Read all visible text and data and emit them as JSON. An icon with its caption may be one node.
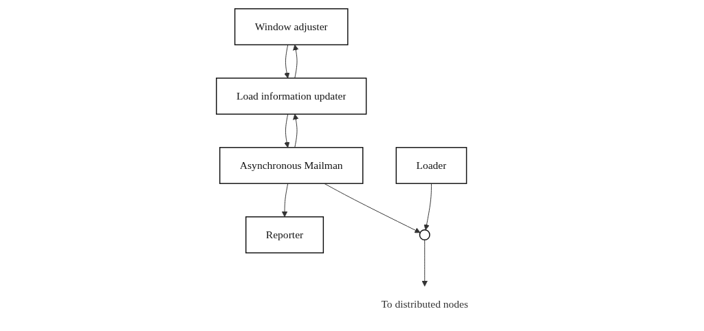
{
  "diagram": {
    "nodes": [
      {
        "text": [
          "Loader"
        ]
      },
      {
        "text": [
          "Window adjuster"
        ]
      },
      {
        "text": [
          "Load information updater"
        ]
      },
      {
        "text": [
          "Reporter"
        ]
      },
      {
        "text": [
          "Asynchronous Mailman"
        ]
      },
      {
        "text": [],
        "shape": "circle"
      },
      {
        "text": [
          "To distributed nodes"
        ]
      }
    ],
    "edges": [
      {
        "from": 1,
        "to": 2,
        "arrow": "to"
      },
      {
        "from": 2,
        "to": 1,
        "arrow": "to"
      },
      {
        "from": 2,
        "to": 4,
        "arrow": "to"
      },
      {
        "from": 4,
        "to": 2,
        "arrow": "to"
      },
      {
        "from": 4,
        "to": 3,
        "arrow": "to"
      },
      {
        "from": 4,
        "to": 5,
        "arrow": "to"
      },
      {
        "from": 0,
        "to": 5,
        "arrow": "to"
      },
      {
        "from": 5,
        "to": 6,
        "arrow": "to"
      }
    ]
  }
}
